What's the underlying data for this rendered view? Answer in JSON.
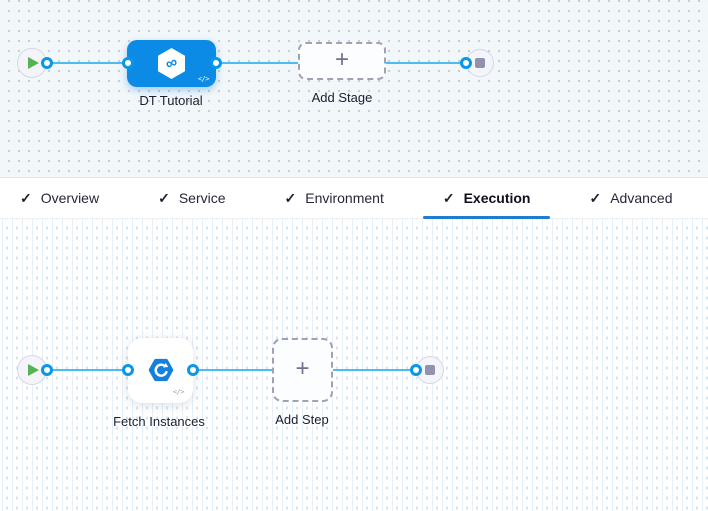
{
  "canvas_top": {
    "stage": {
      "label": "DT Tutorial",
      "icon_glyph": "∞",
      "code_badge": "</>"
    },
    "add_stage": {
      "label": "Add Stage",
      "plus_glyph": "+"
    }
  },
  "tabbar": {
    "check_glyph": "✓",
    "tabs": [
      {
        "label": "Overview",
        "checked": true,
        "active": false
      },
      {
        "label": "Service",
        "checked": true,
        "active": false
      },
      {
        "label": "Environment",
        "checked": true,
        "active": false
      },
      {
        "label": "Execution",
        "checked": true,
        "active": true
      },
      {
        "label": "Advanced",
        "checked": true,
        "active": false
      }
    ]
  },
  "canvas_bottom": {
    "step": {
      "label": "Fetch Instances",
      "code_badge": "</>"
    },
    "add_step": {
      "label": "Add Step",
      "plus_glyph": "+"
    }
  },
  "colors": {
    "stage_node_blue": "#0b8ae6",
    "connection_line_blue": "#4fbcf0",
    "connector_ring_blue": "#0b97e8",
    "active_tab_underline": "#1f7cce",
    "play_green": "#55b354",
    "stop_gray": "#9193ae",
    "step_icon_blue": "#1581dd",
    "canvas_top_bg": "#f2f7fa"
  }
}
